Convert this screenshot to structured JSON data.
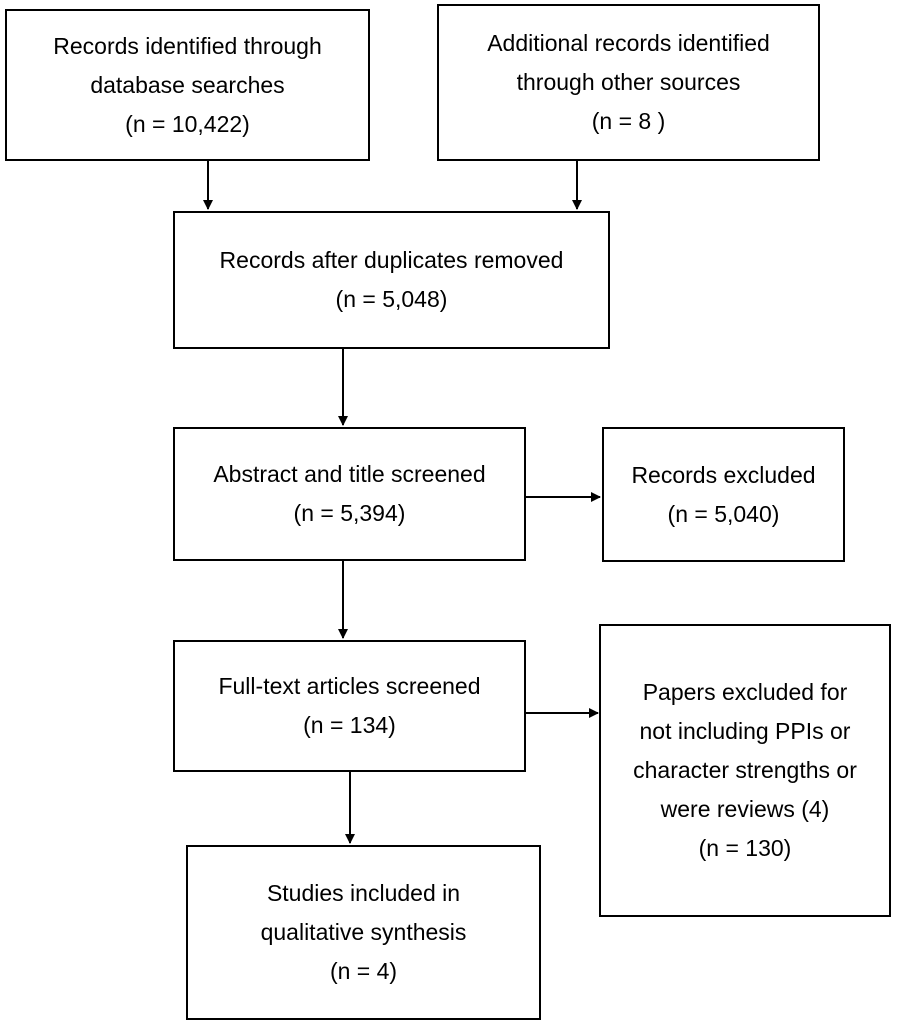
{
  "flowchart": {
    "database_records": {
      "lines": [
        "Records identified through",
        "database searches",
        "(n = 10,422)"
      ]
    },
    "other_records": {
      "lines": [
        "Additional records identified",
        "through other sources",
        "(n = 8 )"
      ]
    },
    "after_duplicates": {
      "lines": [
        "Records after duplicates removed",
        "(n = 5,048)"
      ]
    },
    "screened": {
      "lines": [
        "Abstract and title screened",
        "(n = 5,394)"
      ]
    },
    "excluded": {
      "lines": [
        "Records excluded",
        "(n = 5,040)"
      ]
    },
    "full_text": {
      "lines": [
        "Full-text articles screened",
        "(n = 134)"
      ]
    },
    "papers_excluded": {
      "lines": [
        "Papers excluded for",
        "not including PPIs or",
        "character strengths or",
        "were reviews (4)",
        "(n = 130)"
      ]
    },
    "included": {
      "lines": [
        "Studies included in",
        "qualitative synthesis",
        "(n = 4)"
      ]
    }
  }
}
